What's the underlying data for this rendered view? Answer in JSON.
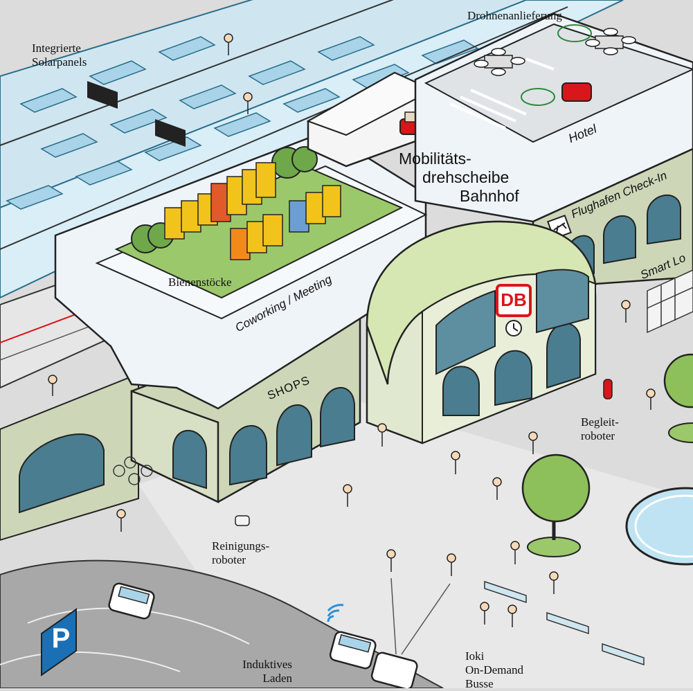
{
  "labels": {
    "solar": [
      "Integrierte",
      "Solarpanels"
    ],
    "drones": "Drohnenanlieferung",
    "hub": [
      "Mobilitäts-",
      "drehscheibe",
      "Bahnhof"
    ],
    "bees": "Bienenstöcke",
    "hotel": "Hotel",
    "airport": "Flughafen Check-In",
    "smartlocker": "Smart Lo",
    "coworking": "Coworking / Meeting",
    "shops": "SHOPS",
    "escort": [
      "Begleit-",
      "roboter"
    ],
    "cleaning": [
      "Reinigungs-",
      "roboter"
    ],
    "inductive": [
      "Induktives",
      "Laden"
    ],
    "ioki": [
      "Ioki",
      "On-Demand",
      "Busse"
    ],
    "db_logo": "DB",
    "parking": "P"
  },
  "colors": {
    "ground": "#dcdcdc",
    "glass": "#cfe6f1",
    "glass_panel": "#a9d3e8",
    "facade_green": "#cdd7b8",
    "roof_green": "#9bc86a",
    "arch_roof": "#d7e7b3",
    "db_red": "#d9161a",
    "water": "#bfe3f2",
    "tree": "#8dc05a",
    "parking_blue": "#1a6fb5",
    "wifi_blue": "#2a8fd9"
  }
}
